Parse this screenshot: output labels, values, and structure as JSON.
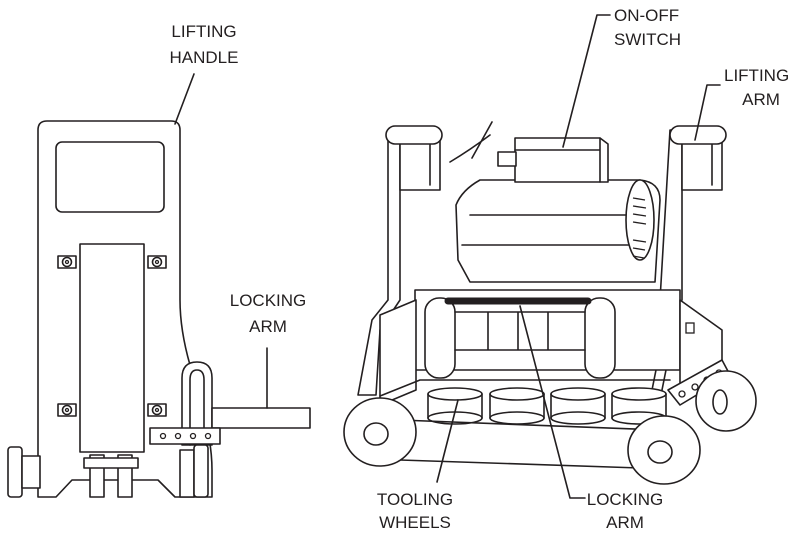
{
  "labels": {
    "lifting_handle": [
      "LIFTING",
      "HANDLE"
    ],
    "locking_arm_left": [
      "LOCKING",
      "ARM"
    ],
    "on_off_switch": [
      "ON-OFF",
      "SWITCH"
    ],
    "lifting_arm": [
      "LIFTING",
      "ARM"
    ],
    "tooling_wheels": [
      "TOOLING",
      "WHEELS"
    ],
    "locking_arm_bottom": [
      "LOCKING",
      "ARM"
    ]
  },
  "colors": {
    "line": "#231f20",
    "background": "#ffffff"
  }
}
